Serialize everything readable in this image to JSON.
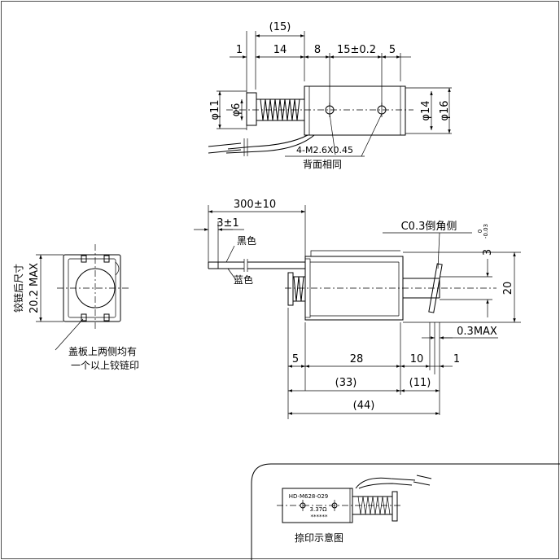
{
  "top_view": {
    "dims_top": [
      "(15)",
      "1",
      "14",
      "8",
      "15±0.2",
      "5"
    ],
    "dia_left_outer": "φ11",
    "dia_left_inner": "φ6",
    "dia_right_inner": "φ14",
    "dia_right_outer": "φ16",
    "screw_note": "4-M2.6X0.45",
    "screw_note_cn": "背面相同"
  },
  "left_view": {
    "label_max_value": "20.2 MAX",
    "label_cn": "铰链后尺寸",
    "note_line1": "盖板上两侧均有",
    "note_line2": "一个以上铰链印"
  },
  "side_view": {
    "lead_length": "300±10",
    "strip_length": "3±1",
    "wire_black": "黑色",
    "wire_blue": "蓝色",
    "chamfer": "C0.3倒角侧",
    "shaft_dia_value": "3",
    "shaft_dia_tol_upper": "0",
    "shaft_dia_tol_lower": "-0.03",
    "height": "20",
    "gap_max": "0.3MAX",
    "dims_bottom": [
      "5",
      "28",
      "10",
      "1"
    ],
    "dim_33": "(33)",
    "dim_11": "(11)",
    "dim_44": "(44)"
  },
  "stamp_view": {
    "model": "HD-M628-029",
    "resistance": "3.37Ω",
    "stars": "******",
    "caption": "捺印示意图"
  }
}
